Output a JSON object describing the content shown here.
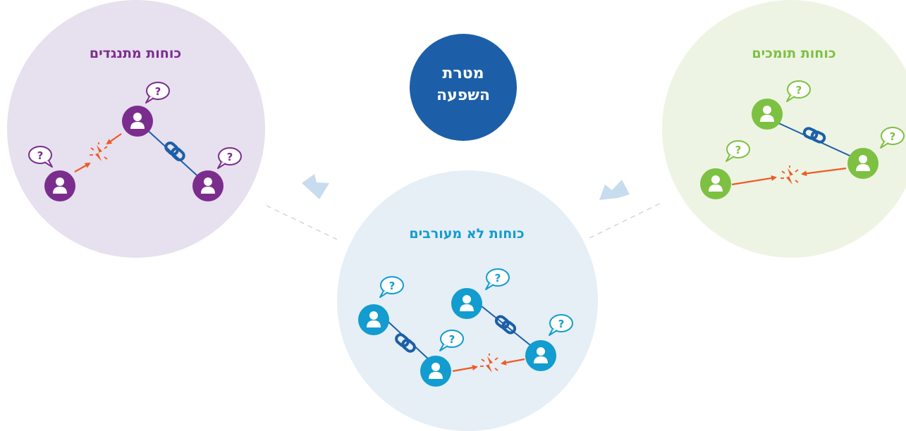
{
  "goal": {
    "line1": "מטרת",
    "line2": "השפעה"
  },
  "groups": {
    "opposing": {
      "label": "כוחות מתנגדים"
    },
    "neutral": {
      "label": "כוחות לא מעורבים"
    },
    "supporting": {
      "label": "כוחות תומכים"
    }
  },
  "bubble_mark": "?",
  "colors": {
    "opposing_fill": "#e7e0ee",
    "opposing_accent": "#7b2d8e",
    "neutral_fill": "#e6eef6",
    "neutral_accent": "#129ccf",
    "supporting_fill": "#eef4e4",
    "supporting_accent": "#7cc142",
    "goal_fill": "#1c5fa8",
    "link_color": "#1c5fa8",
    "conflict_color": "#ef5a24",
    "arrow_color": "#c8dcef"
  }
}
